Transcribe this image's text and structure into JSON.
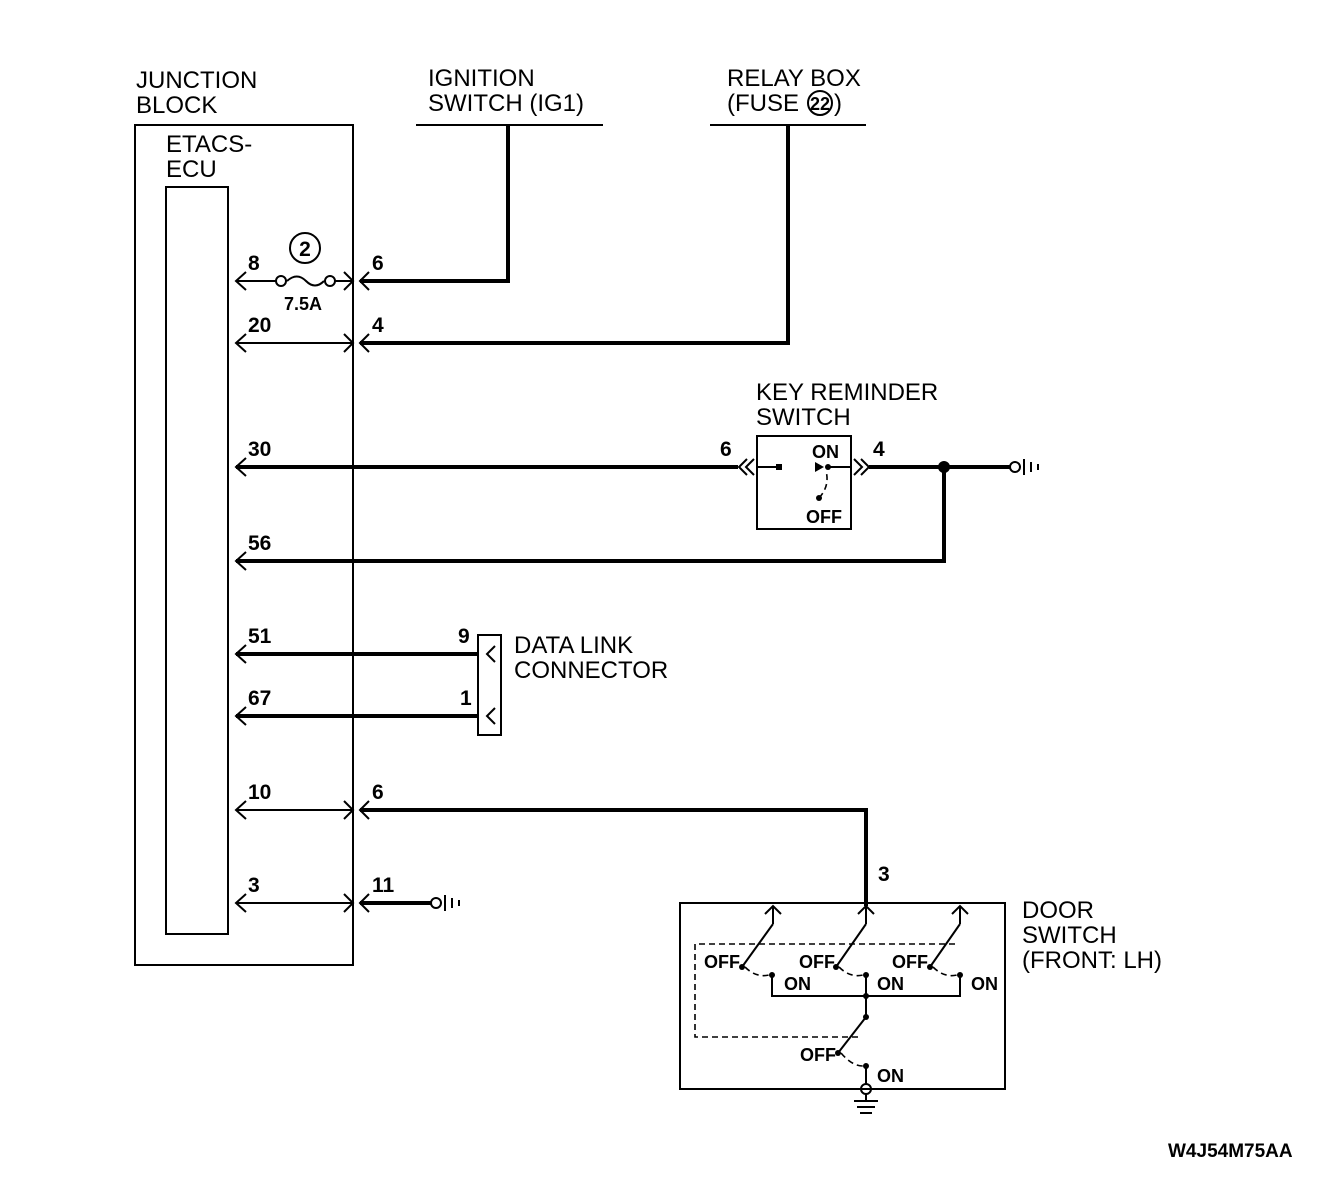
{
  "components": {
    "junction_block": {
      "line1": "JUNCTION",
      "line2": "BLOCK"
    },
    "etacs_ecu": {
      "line1": "ETACS-",
      "line2": "ECU"
    },
    "ignition_switch": {
      "line1": "IGNITION",
      "line2": "SWITCH (IG1)"
    },
    "relay_box": {
      "line1": "RELAY BOX",
      "line2_prefix": "(FUSE",
      "fuse_number": "22",
      "line2_suffix": ")"
    },
    "key_reminder_switch": {
      "line1": "KEY REMINDER",
      "line2": "SWITCH",
      "on_label": "ON",
      "off_label": "OFF"
    },
    "data_link_connector": {
      "line1": "DATA LINK",
      "line2": "CONNECTOR"
    },
    "door_switch": {
      "line1": "DOOR",
      "line2": "SWITCH",
      "line3": "(FRONT: LH)",
      "off_label": "OFF",
      "on_label": "ON"
    }
  },
  "fuse": {
    "number": "2",
    "rating": "7.5A"
  },
  "pins": {
    "ecu_8": "8",
    "jb_6_top": "6",
    "ecu_20": "20",
    "jb_4": "4",
    "ecu_30": "30",
    "krs_6": "6",
    "krs_4": "4",
    "ecu_56": "56",
    "ecu_51": "51",
    "dlc_9": "9",
    "ecu_67": "67",
    "dlc_1": "1",
    "ecu_10": "10",
    "jb_6_bottom": "6",
    "door_3": "3",
    "ecu_3": "3",
    "jb_11": "11"
  },
  "diagram_code": "W4J54M75AA"
}
